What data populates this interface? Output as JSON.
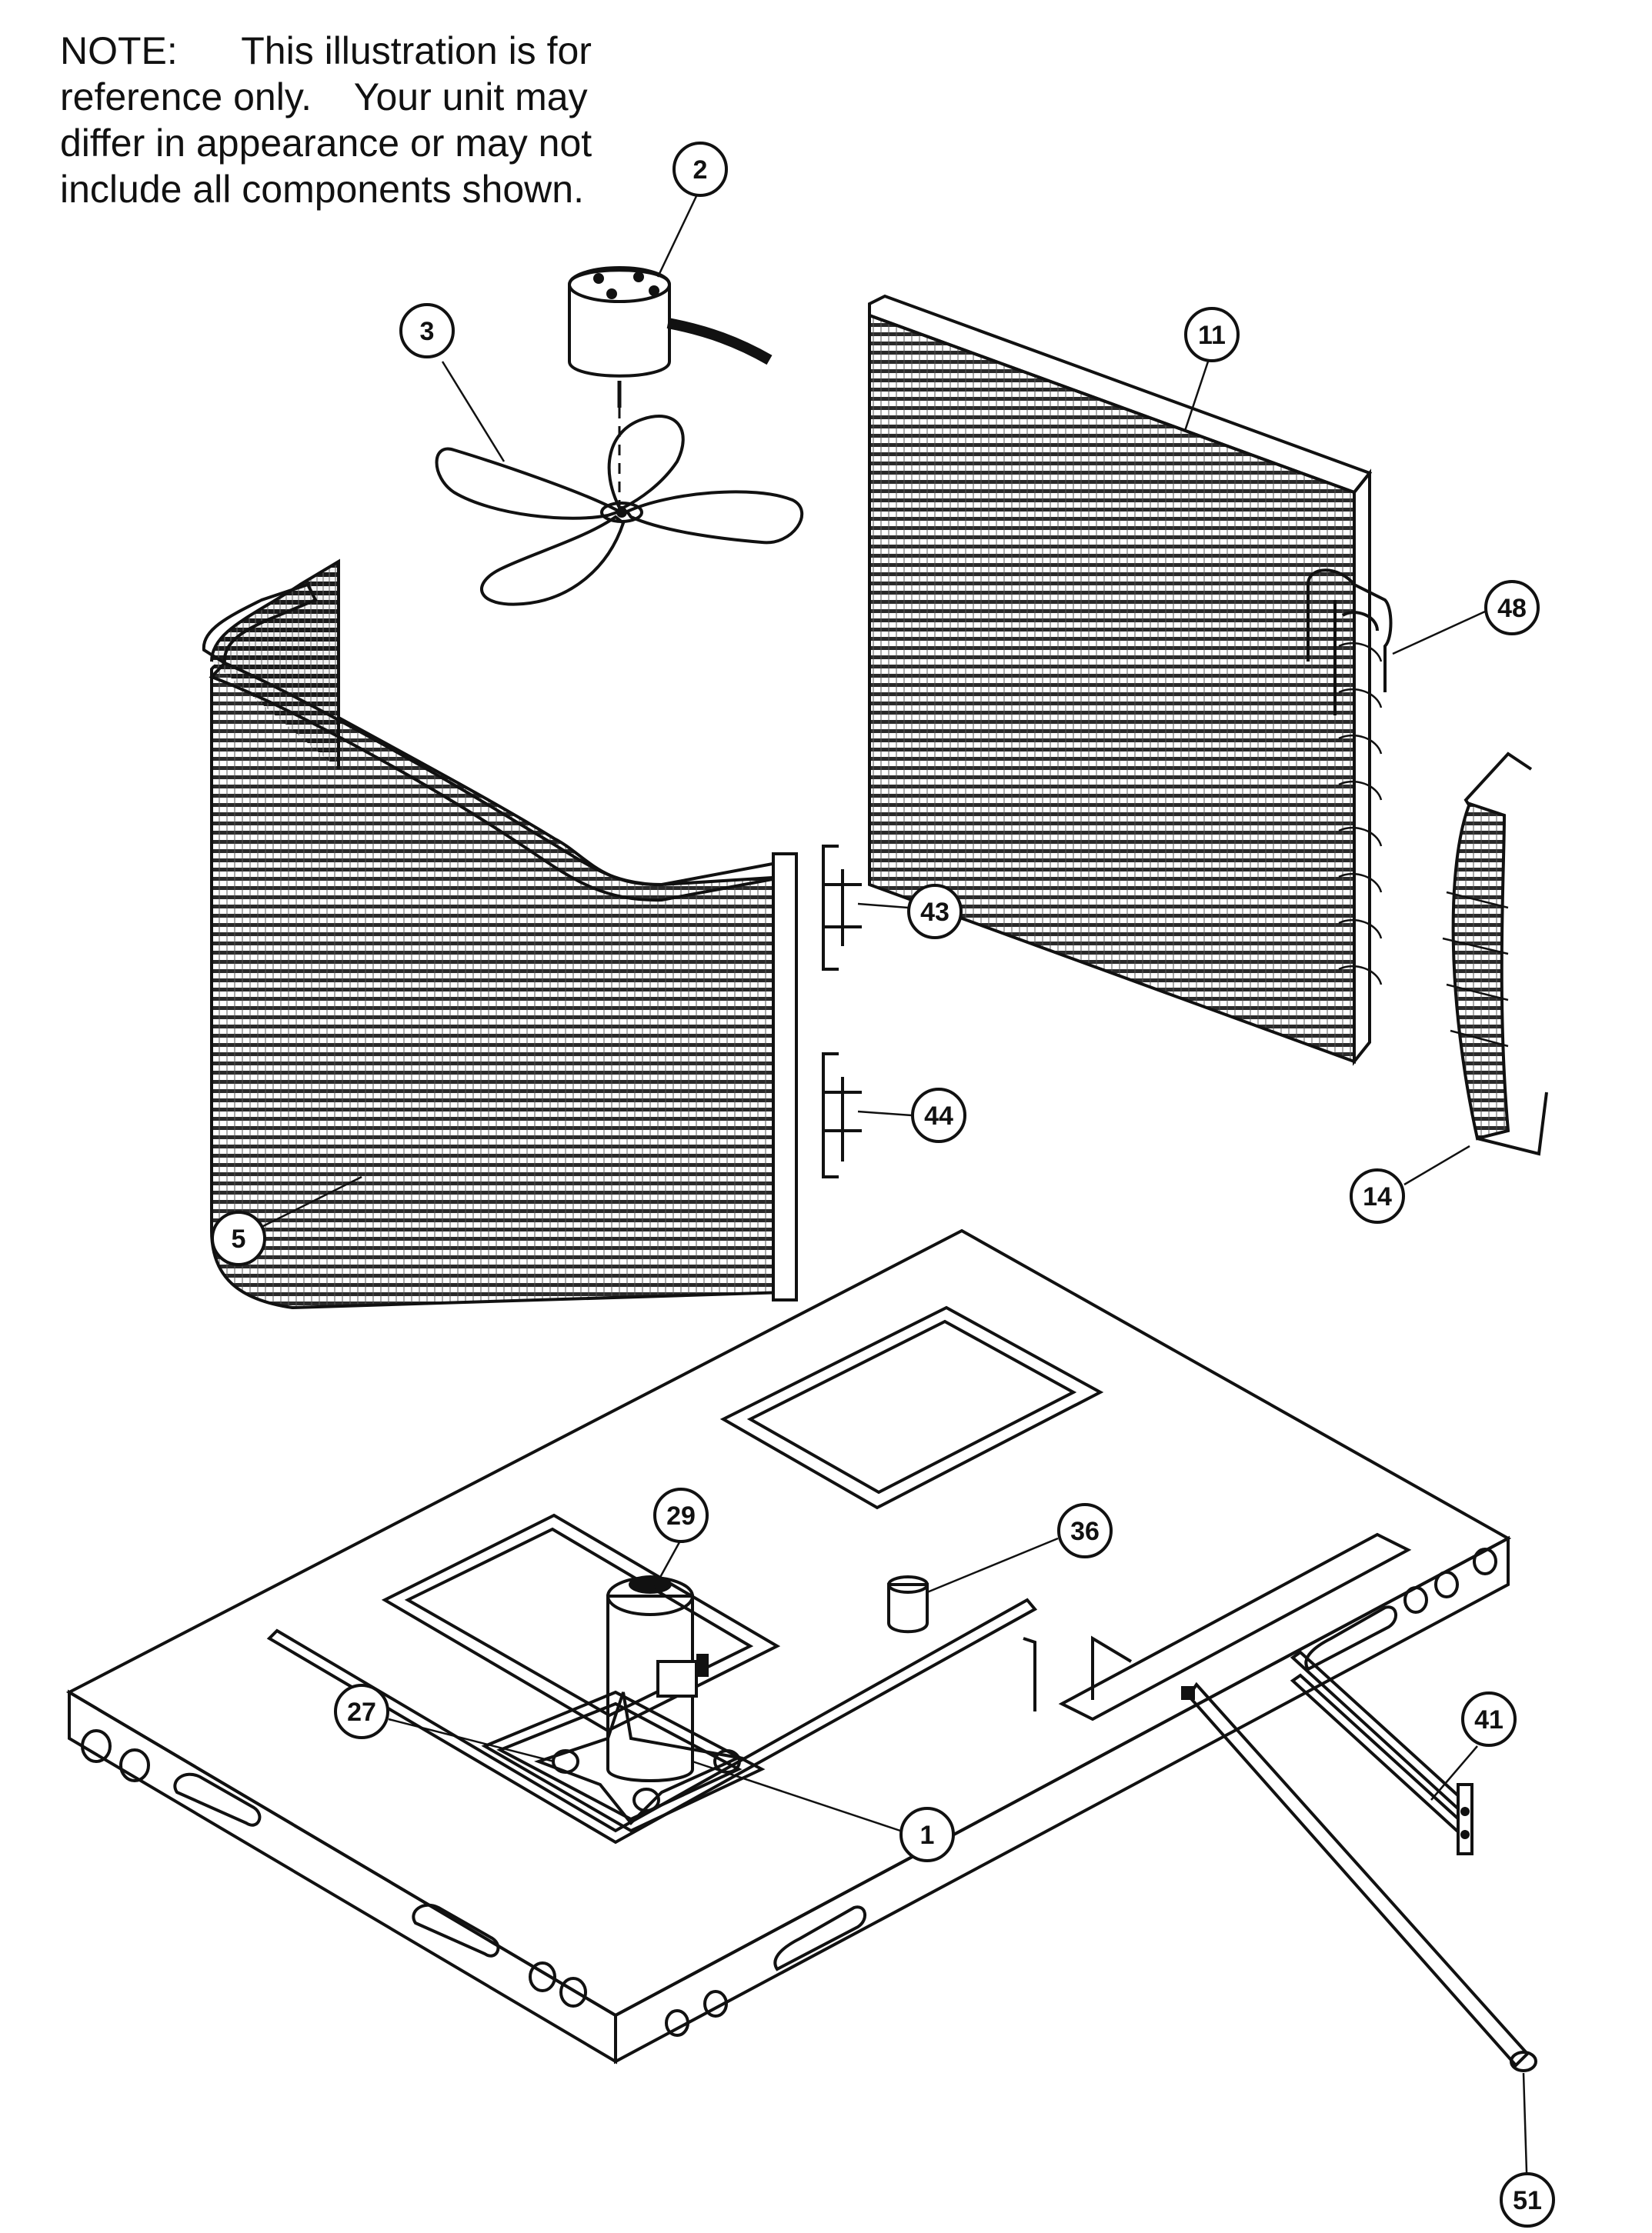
{
  "note": {
    "lines": [
      "NOTE:      This illustration is for",
      "reference only.    Your unit may",
      "differ in appearance or may not",
      "include all components shown."
    ]
  },
  "callouts": [
    {
      "id": "c2",
      "label": "2"
    },
    {
      "id": "c3",
      "label": "3"
    },
    {
      "id": "c11",
      "label": "11"
    },
    {
      "id": "c48",
      "label": "48"
    },
    {
      "id": "c43",
      "label": "43"
    },
    {
      "id": "c44",
      "label": "44"
    },
    {
      "id": "c14",
      "label": "14"
    },
    {
      "id": "c5",
      "label": "5"
    },
    {
      "id": "c29",
      "label": "29"
    },
    {
      "id": "c36",
      "label": "36"
    },
    {
      "id": "c27",
      "label": "27"
    },
    {
      "id": "c1",
      "label": "1"
    },
    {
      "id": "c41",
      "label": "41"
    },
    {
      "id": "c51",
      "label": "51"
    }
  ]
}
